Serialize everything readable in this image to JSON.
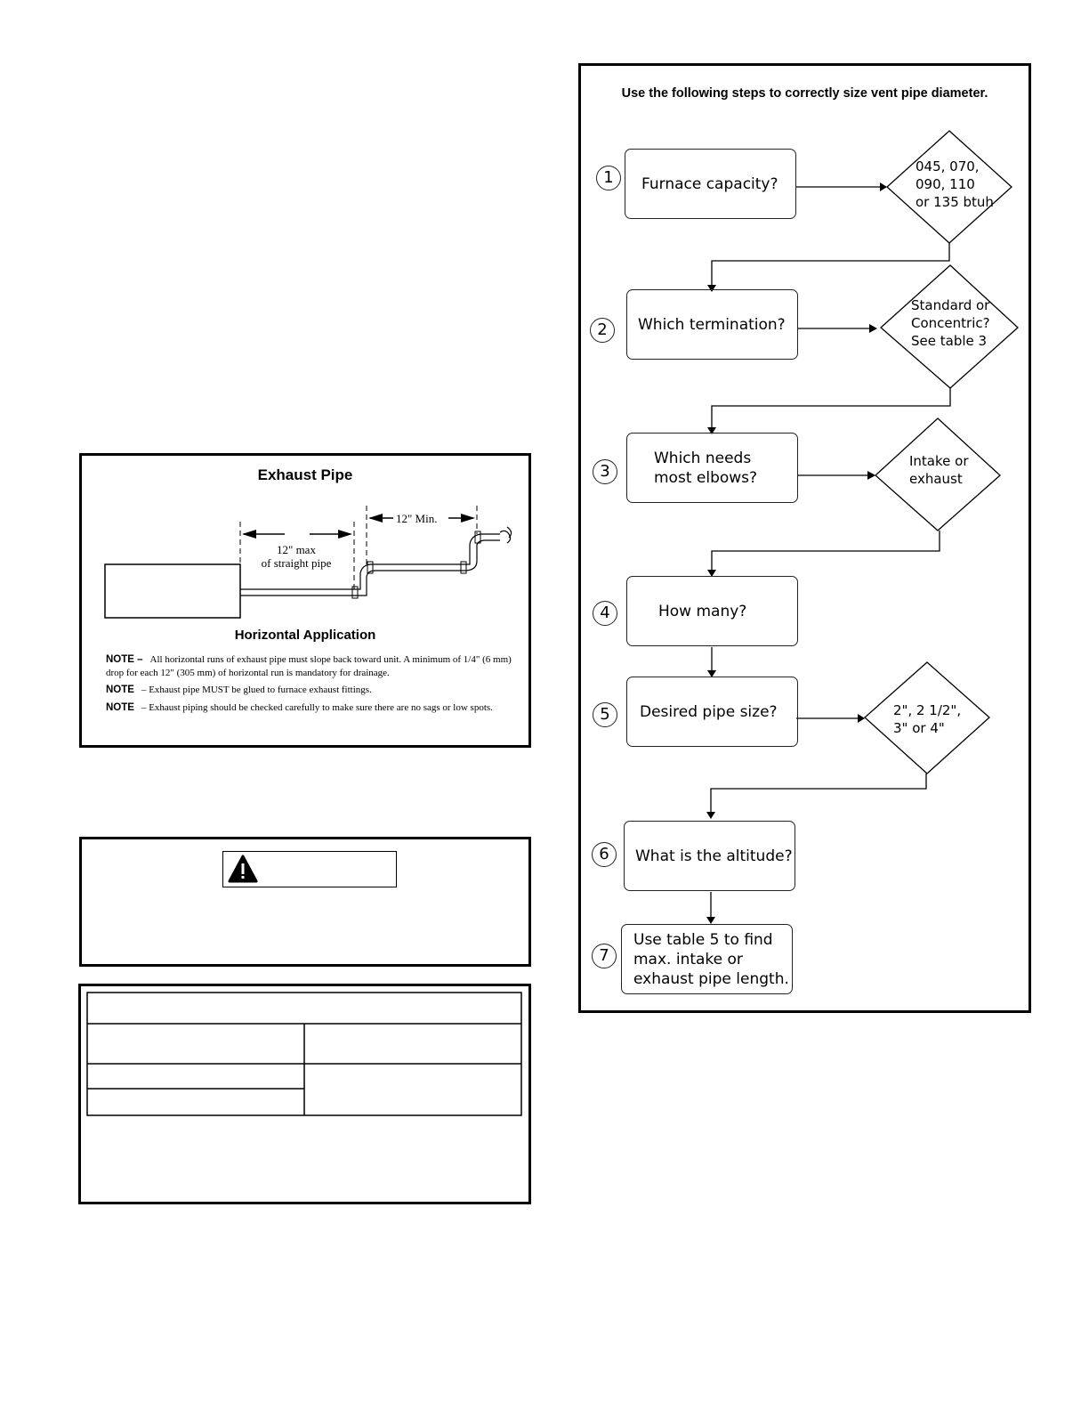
{
  "exhaust_figure": {
    "title": "Exhaust Pipe",
    "dimension_min": "12\" Min.",
    "dimension_max_line1": "12\" max",
    "dimension_max_line2": "of straight pipe",
    "subtitle": "Horizontal Application",
    "notes": [
      {
        "label": "NOTE –",
        "text": "All horizontal runs of exhaust pipe must slope back toward unit.  A minimum of 1/4\" (6 mm) drop for each 12\" (305 mm) of horizontal run is mandatory for drainage."
      },
      {
        "label": "NOTE",
        "text": "–  Exhaust pipe MUST be glued to furnace exhaust fittings."
      },
      {
        "label": "NOTE",
        "text": "–  Exhaust piping should be checked carefully to make sure there are no sags or low spots."
      }
    ]
  },
  "warning": {
    "icon": "warning-triangle-icon"
  },
  "flowchart": {
    "title": "Use the following steps to correctly size vent pipe diameter.",
    "steps": [
      {
        "number": "1",
        "question": "Furnace capacity?",
        "answer_lines": [
          "045, 070,",
          "090, 110",
          "or 135 btuh"
        ]
      },
      {
        "number": "2",
        "question": "Which termination?",
        "answer_lines": [
          "Standard or",
          "Concentric?",
          "See table 3"
        ]
      },
      {
        "number": "3",
        "question_lines": [
          "Which needs",
          "most elbows?"
        ],
        "answer_lines": [
          "Intake or",
          "exhaust"
        ]
      },
      {
        "number": "4",
        "question": "How many?"
      },
      {
        "number": "5",
        "question": "Desired pipe size?",
        "answer_lines": [
          "2\", 2 1/2\",",
          "3\" or 4\""
        ]
      },
      {
        "number": "6",
        "question": "What is the altitude?"
      },
      {
        "number": "7",
        "question_lines": [
          "Use table 5 to find",
          "max. intake or",
          "exhaust pipe length."
        ]
      }
    ]
  }
}
